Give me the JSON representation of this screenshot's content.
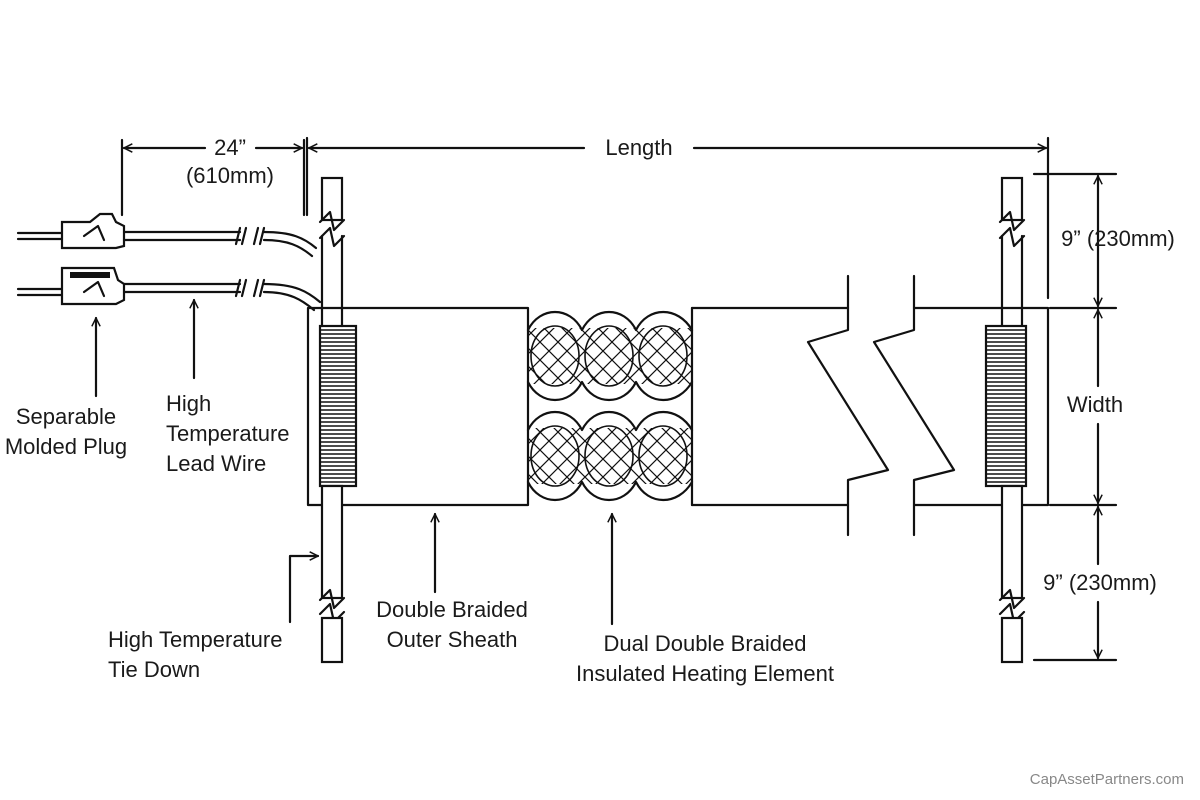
{
  "dimensions": {
    "lead_length": "24”",
    "lead_length_metric": "(610mm)",
    "length": "Length",
    "tie_top": "9” (230mm)",
    "width": "Width",
    "tie_bottom": "9” (230mm)"
  },
  "callouts": {
    "plug": [
      "Separable",
      "Molded Plug"
    ],
    "lead_wire": [
      "High",
      "Temperature",
      "Lead Wire"
    ],
    "tie_down": [
      "High Temperature",
      "Tie Down"
    ],
    "sheath": [
      "Double Braided",
      "Outer Sheath"
    ],
    "element": [
      "Dual Double Braided",
      "Insulated Heating Element"
    ]
  },
  "watermark": "CapAssetPartners.com"
}
